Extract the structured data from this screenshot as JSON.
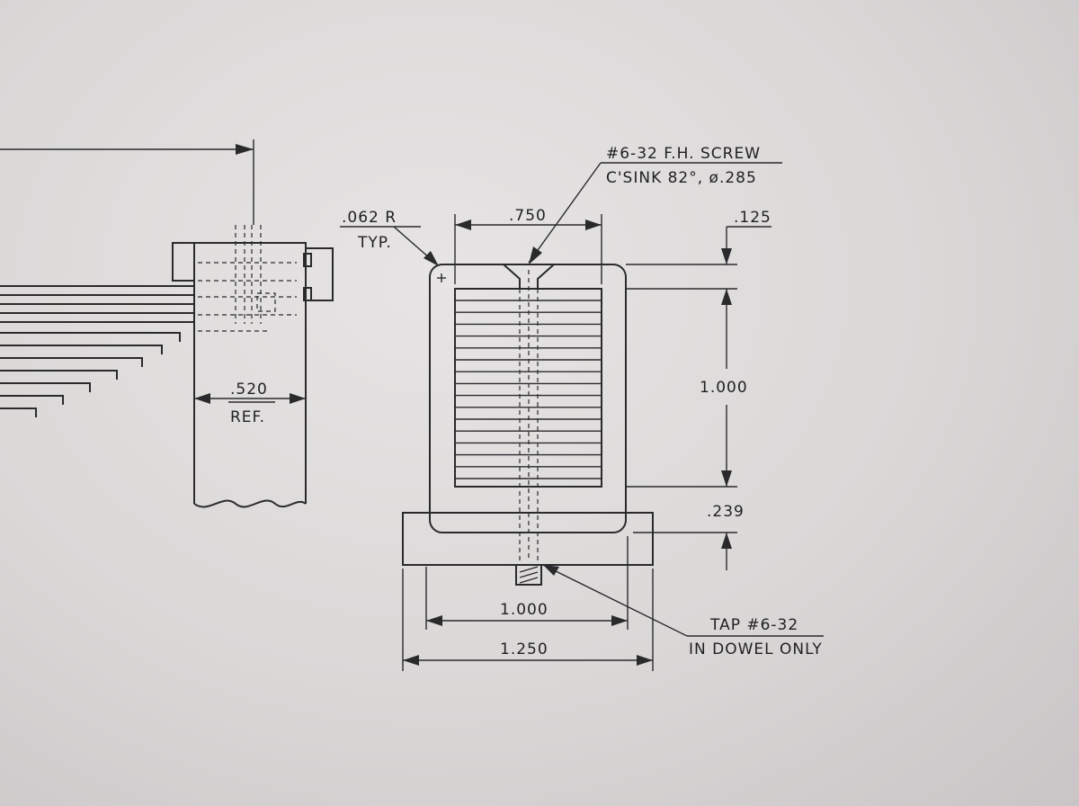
{
  "annotations": {
    "screw_line1": "#6-32 F.H. SCREW",
    "screw_line2": "C'SINK 82°, ø.285",
    "radius_value": ".062 R",
    "radius_note": "TYP.",
    "dim_top_width": ".750",
    "dim_top_offset": ".125",
    "dim_height": "1.000",
    "dim_base_height": ".239",
    "dim_inner_width": "1.000",
    "dim_overall_width": "1.250",
    "dim_ref_value": ".520",
    "dim_ref_note": "REF.",
    "tap_line1": "TAP #6-32",
    "tap_line2": "IN DOWEL ONLY"
  }
}
